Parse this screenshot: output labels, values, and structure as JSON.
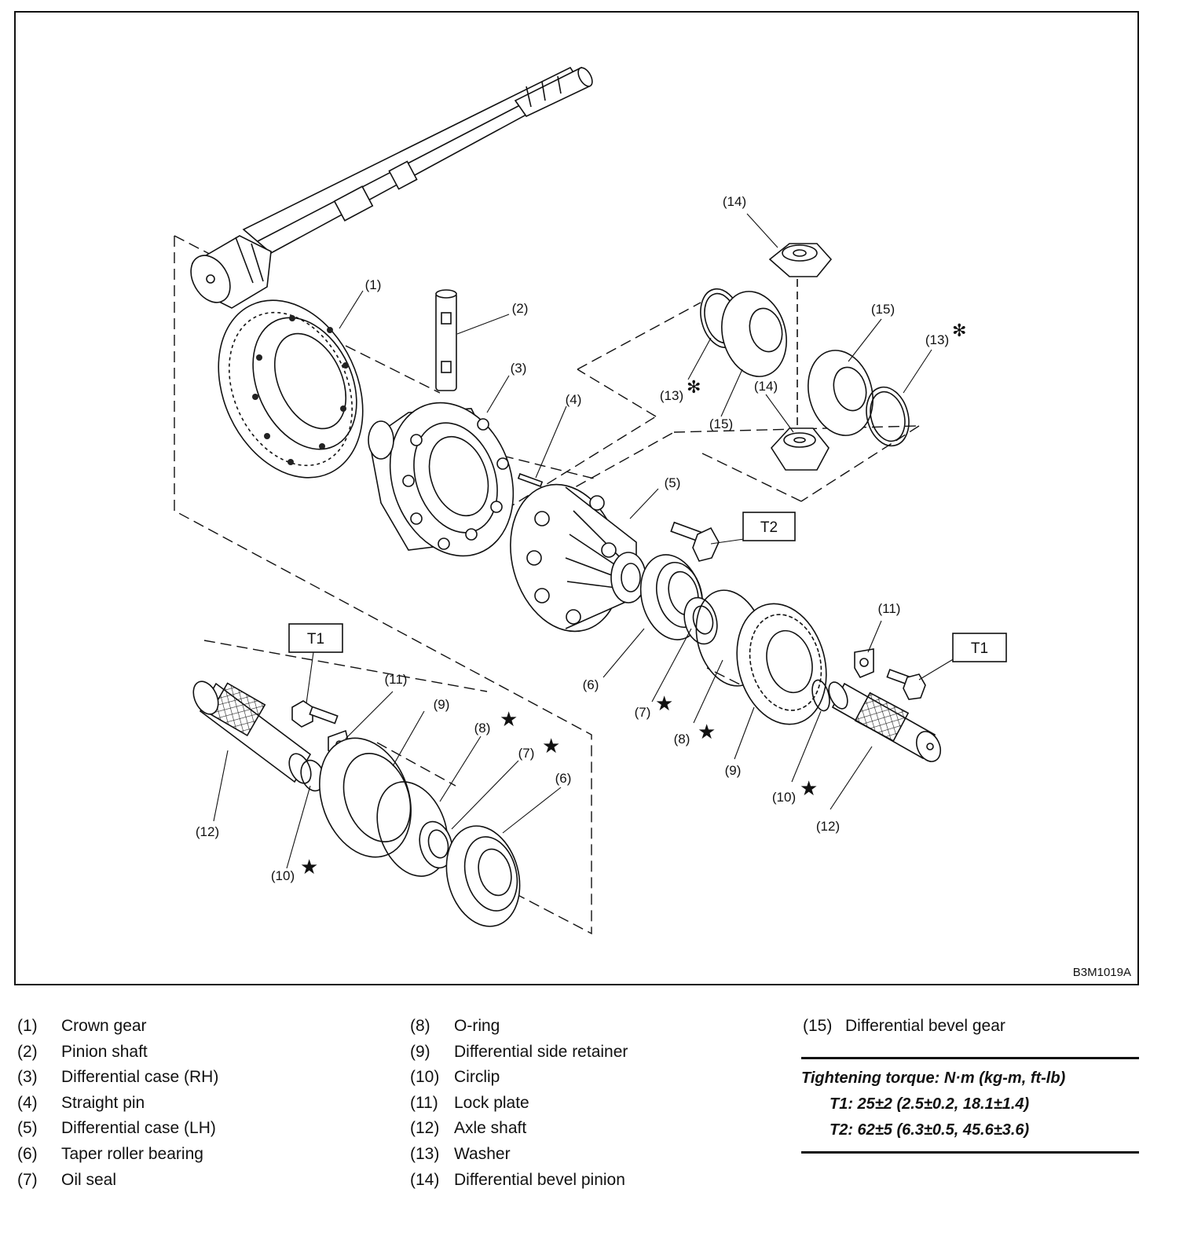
{
  "figure_id": "B3M1019A",
  "callouts": {
    "c1": "(1)",
    "c2": "(2)",
    "c3": "(3)",
    "c4": "(4)",
    "c5": "(5)",
    "c6a": "(6)",
    "c6b": "(6)",
    "c7a": "(7)",
    "c7b": "(7)",
    "c8a": "(8)",
    "c8b": "(8)",
    "c9a": "(9)",
    "c9b": "(9)",
    "c10a": "(10)",
    "c10b": "(10)",
    "c11a": "(11)",
    "c11b": "(11)",
    "c12a": "(12)",
    "c12b": "(12)",
    "c13a": "(13)",
    "c13b": "(13)",
    "c14a": "(14)",
    "c14b": "(14)",
    "c15a": "(15)",
    "c15b": "(15)",
    "t1a": "T1",
    "t1b": "T1",
    "t2": "T2",
    "star": "★",
    "asterisk": "✻"
  },
  "legend": {
    "col1": [
      {
        "num": "(1)",
        "name": "Crown gear"
      },
      {
        "num": "(2)",
        "name": "Pinion shaft"
      },
      {
        "num": "(3)",
        "name": "Differential case (RH)"
      },
      {
        "num": "(4)",
        "name": "Straight pin"
      },
      {
        "num": "(5)",
        "name": "Differential case (LH)"
      },
      {
        "num": "(6)",
        "name": "Taper roller bearing"
      },
      {
        "num": "(7)",
        "name": "Oil seal"
      }
    ],
    "col2": [
      {
        "num": "(8)",
        "name": "O-ring"
      },
      {
        "num": "(9)",
        "name": "Differential side retainer"
      },
      {
        "num": "(10)",
        "name": "Circlip"
      },
      {
        "num": "(11)",
        "name": "Lock plate"
      },
      {
        "num": "(12)",
        "name": "Axle shaft"
      },
      {
        "num": "(13)",
        "name": "Washer"
      },
      {
        "num": "(14)",
        "name": "Differential bevel pinion"
      }
    ],
    "col3": [
      {
        "num": "(15)",
        "name": "Differential bevel gear"
      }
    ]
  },
  "torque": {
    "title": "Tightening torque: N·m (kg-m, ft-lb)",
    "t1": "T1: 25±2 (2.5±0.2, 18.1±1.4)",
    "t2": "T2: 62±5 (6.3±0.5, 45.6±3.6)"
  }
}
